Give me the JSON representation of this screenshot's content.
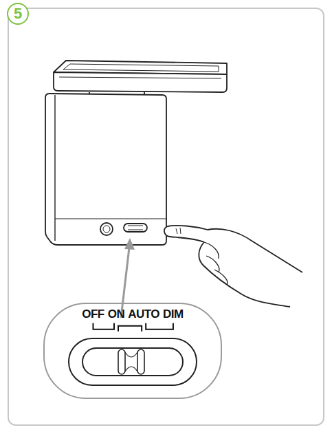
{
  "diagram": {
    "nodes": [
      {
        "text": [
          "5"
        ]
      },
      {
        "text": [
          "OFF",
          "ON",
          "AUTO",
          "DIM"
        ]
      }
    ]
  }
}
